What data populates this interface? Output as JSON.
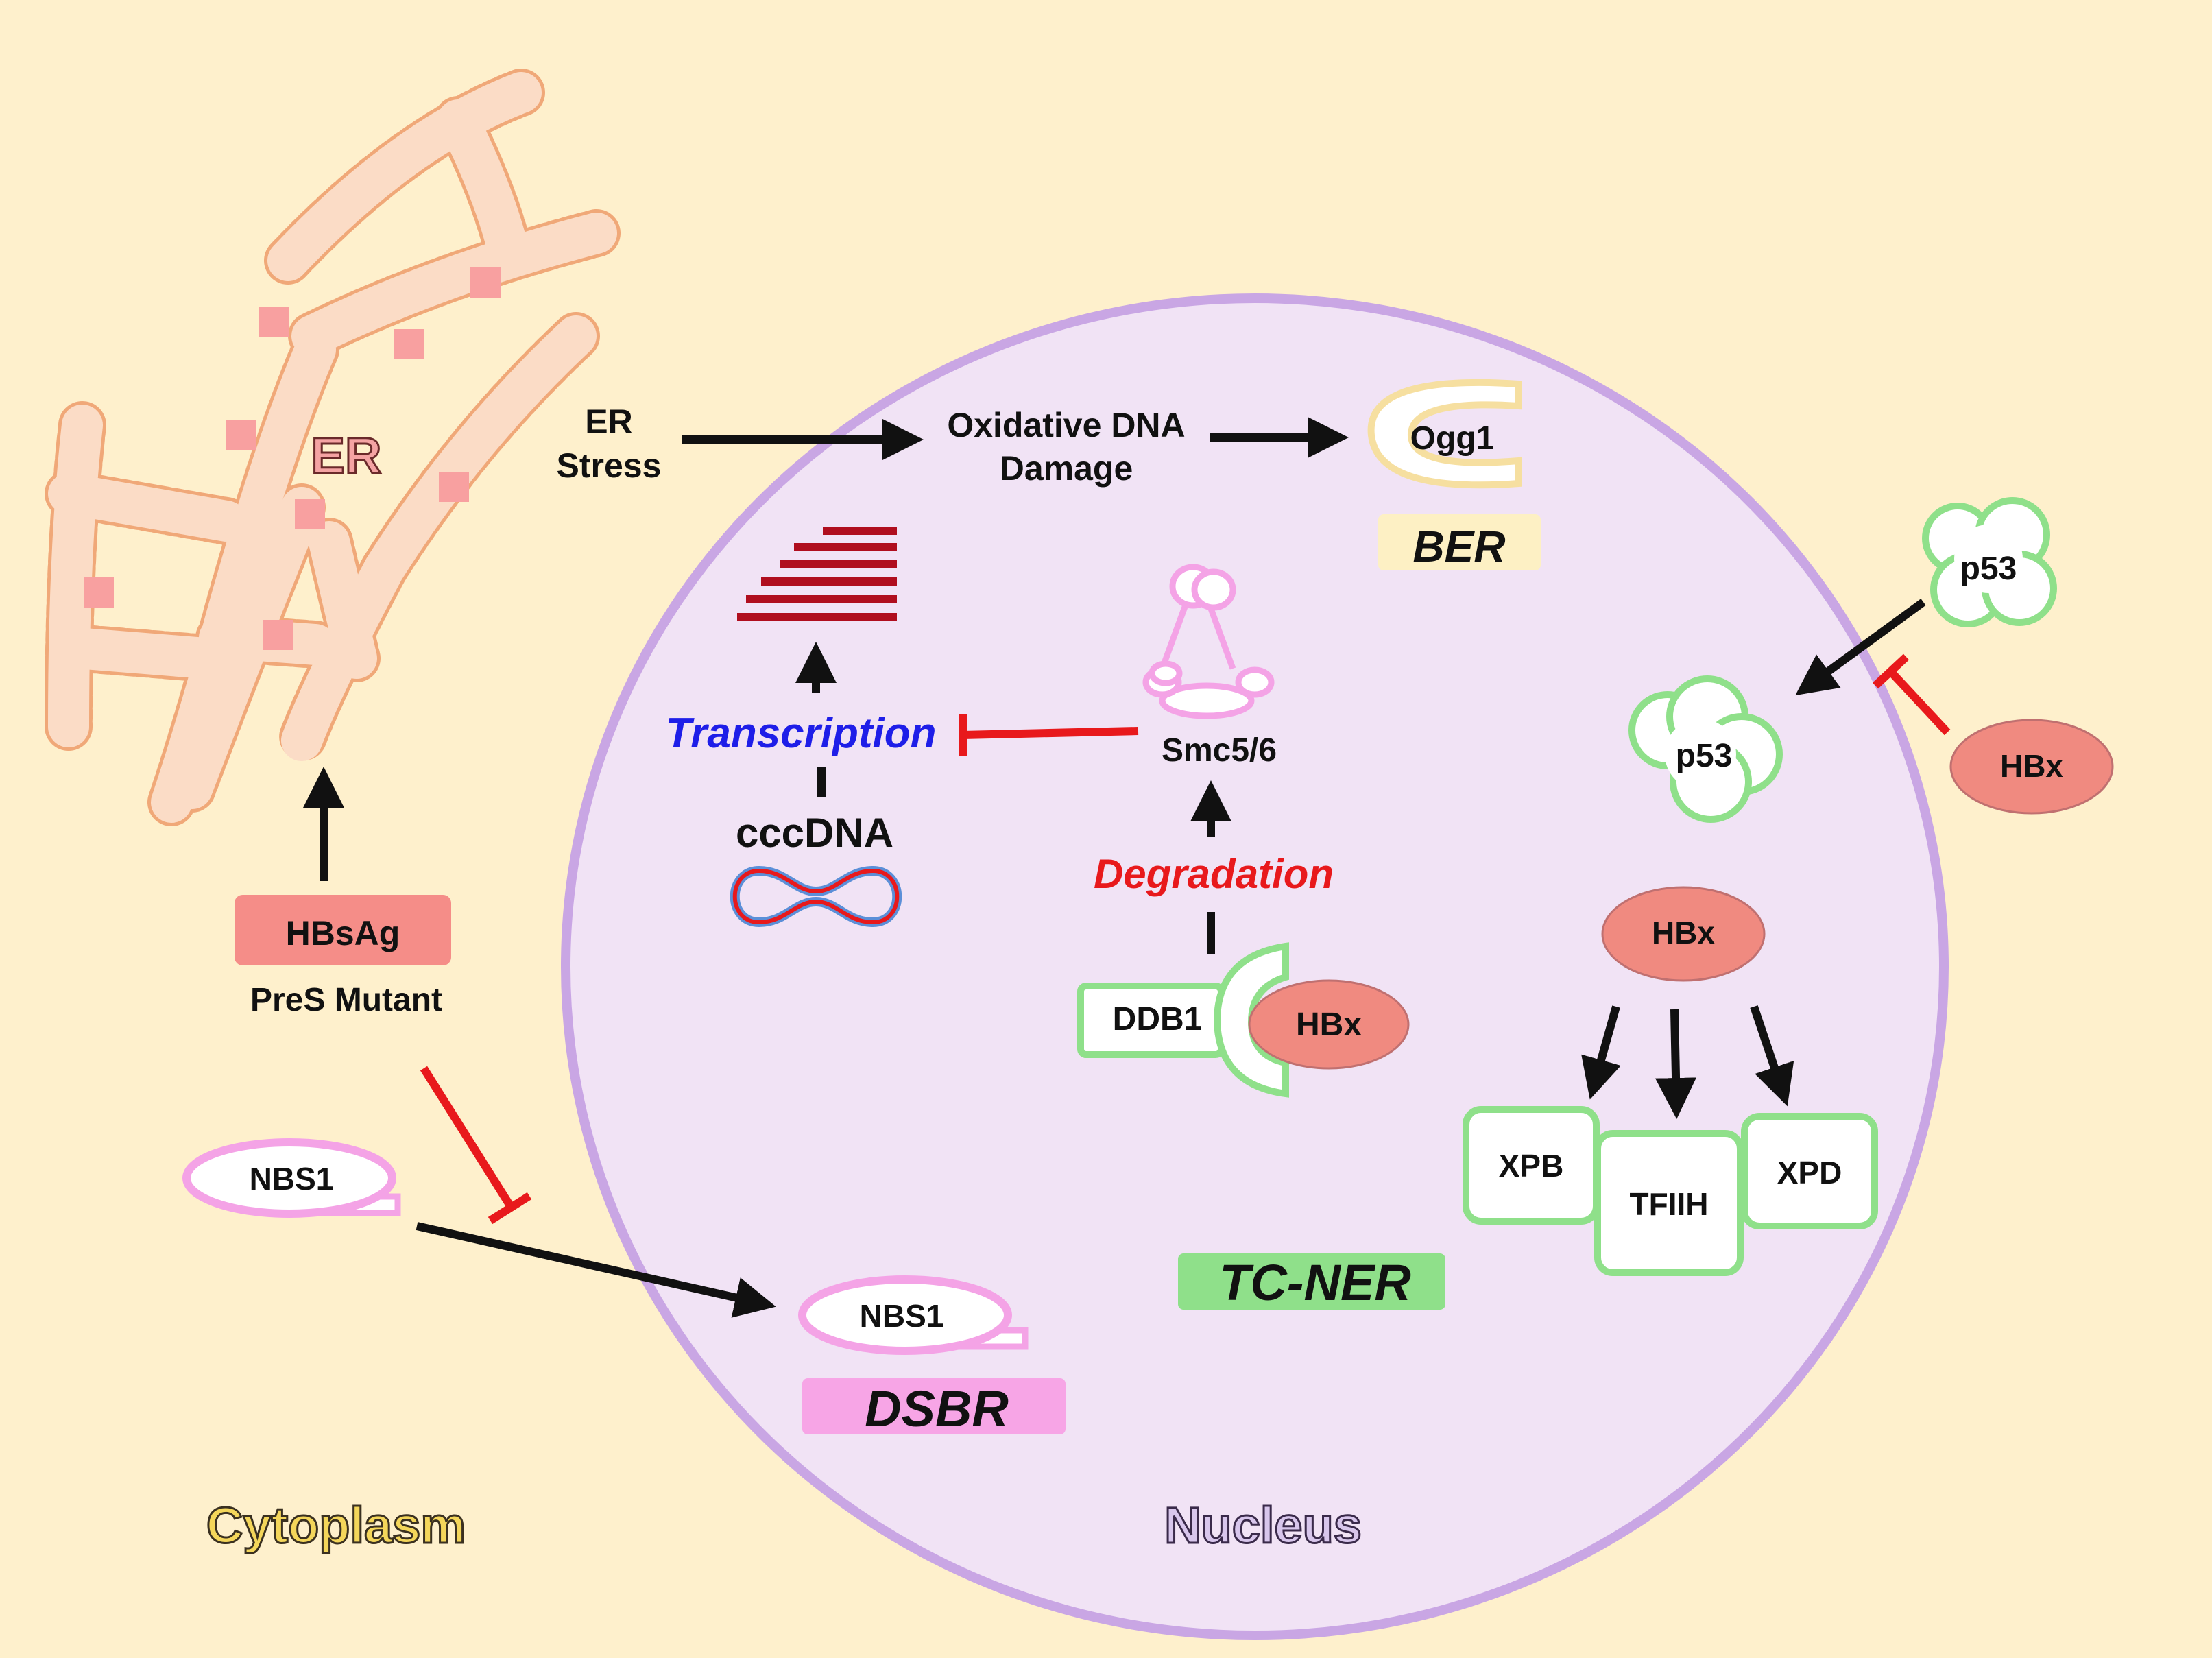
{
  "regions": {
    "cytoplasm": "Cytoplasm",
    "nucleus": "Nucleus",
    "er": "ER"
  },
  "cytoplasm": {
    "hbsag": "HBsAg",
    "pres_mutant": "PreS Mutant",
    "nbs1_cyto": "NBS1",
    "er_stress_line1": "ER",
    "er_stress_line2": "Stress"
  },
  "nucleus": {
    "oxidative_line1": "Oxidative DNA",
    "oxidative_line2": "Damage",
    "ogg1": "Ogg1",
    "ber": "BER",
    "transcription": "Transcription",
    "smc56": "Smc5/6",
    "cccdna": "cccDNA",
    "degradation": "Degradation",
    "ddb1": "DDB1",
    "hbx_ddb1": "HBx",
    "nbs1_nuc": "NBS1",
    "dsbr": "DSBR",
    "tc_ner": "TC-NER",
    "p53_inner": "p53",
    "hbx_ner": "HBx",
    "xpb": "XPB",
    "tfiih": "TFIIH",
    "xpd": "XPD"
  },
  "outer": {
    "p53_outer": "p53",
    "hbx_outer": "HBx"
  },
  "colors": {
    "background": "#fef0cc",
    "nucleus_fill": "#f1e3f5",
    "nucleus_border": "#c9a6e4",
    "er_fill": "#fbdcc6",
    "er_border": "#f0a878",
    "hbx_fill": "#f08a80",
    "green": "#8fe08a",
    "pink": "#f4a3e6",
    "red": "#e8191c",
    "blue": "#1e1ee8",
    "dark_red": "#b00e1e"
  }
}
